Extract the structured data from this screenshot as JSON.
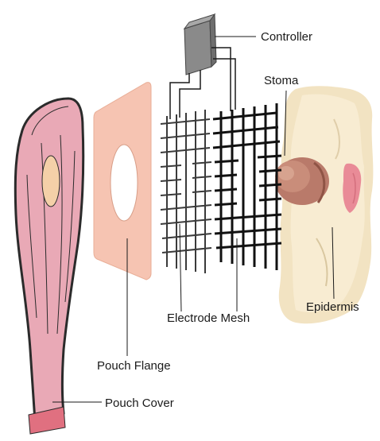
{
  "labels": {
    "controller": "Controller",
    "stoma": "Stoma",
    "electrode_mesh": "Electrode Mesh",
    "epidermis": "Epidermis",
    "pouch_flange": "Pouch Flange",
    "pouch_cover": "Pouch Cover"
  },
  "colors": {
    "pouch_body": "#e9a9b6",
    "pouch_outline": "#2b2b2b",
    "flange": "#f6c4b2",
    "controller": "#8a8a8a",
    "mesh_light": "#3a3a3a",
    "mesh_dark": "#111111",
    "skin": "#f2e3c2",
    "stoma": "#b97a6a",
    "pouch_band": "#e07080"
  }
}
